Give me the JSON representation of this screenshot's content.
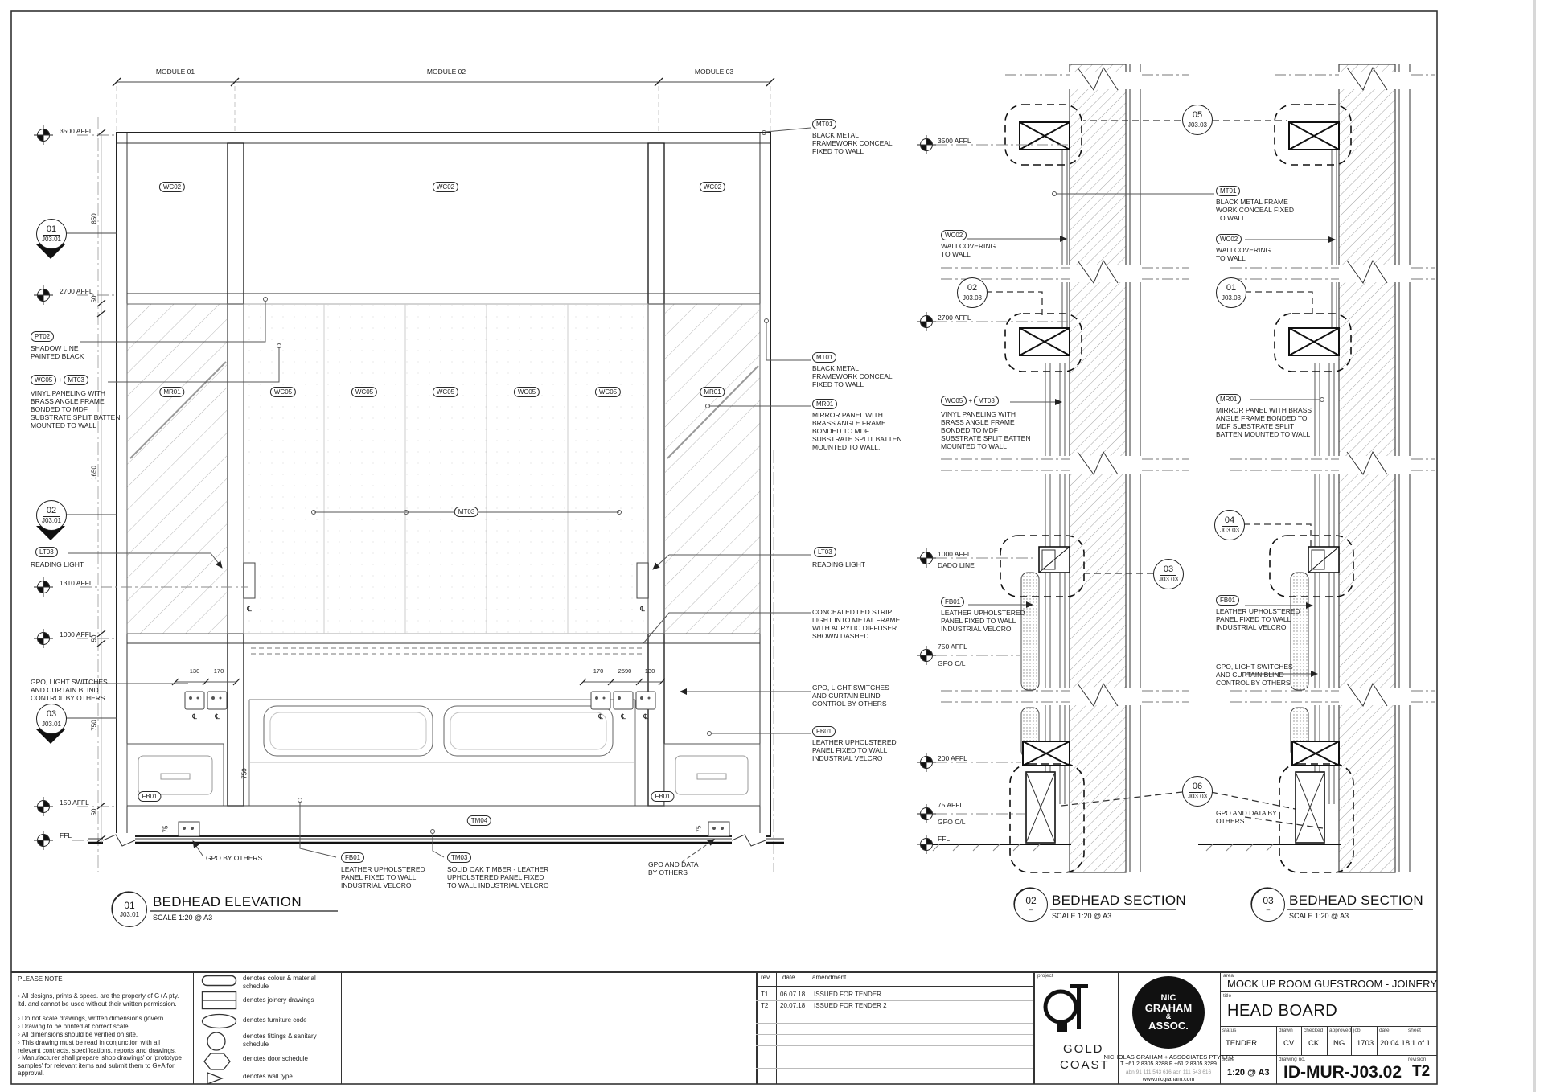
{
  "codes": {
    "wc02": "WC02",
    "wc05": "WC05",
    "mt03": "MT03",
    "mt01": "MT01",
    "mr01": "MR01",
    "lt03": "LT03",
    "pt02": "PT02",
    "fb01": "FB01",
    "tm03": "TM03",
    "tm04": "TM04",
    "plus": "+"
  },
  "elevation": {
    "modules": [
      "MODULE 01",
      "MODULE 02",
      "MODULE 03"
    ],
    "datums": {
      "d3500": "3500 AFFL",
      "d2700": "2700 AFFL",
      "d1310": "1310 AFFL",
      "d1000": "1000 AFFL",
      "d150": "150 AFFL",
      "ffl": "FFL"
    },
    "dims": {
      "d850": "850",
      "d50": "50",
      "d1650": "1650",
      "d750": "750",
      "d75": "75",
      "d130": "130",
      "d170": "170",
      "d2590": "2590"
    },
    "markers": {
      "m1": "01",
      "m2": "02",
      "m3": "03",
      "ref": "J03.01"
    },
    "notes": {
      "pt02": "SHADOW LINE\nPAINTED BLACK",
      "wc05": "VINYL PANELING WITH\nBRASS ANGLE FRAME\nBONDED TO MDF\nSUBSTRATE SPLIT BATTEN\nMOUNTED TO WALL",
      "lt03": "READING LIGHT",
      "gpo": "GPO, LIGHT SWITCHES\nAND CURTAIN BLIND\nCONTROL BY OTHERS",
      "mt01": "BLACK METAL\nFRAMEWORK CONCEAL\nFIXED TO WALL",
      "mr01": "MIRROR PANEL WITH\nBRASS ANGLE FRAME\nBONDED TO MDF\nSUBSTRATE SPLIT BATTEN\nMOUNTED TO WALL.",
      "led": "CONCEALED LED STRIP\nLIGHT INTO METAL FRAME\nWITH ACRYLIC DIFFUSER\nSHOWN DASHED",
      "fb01": "LEATHER UPHOLSTERED\nPANEL FIXED TO WALL\nINDUSTRIAL VELCRO",
      "tm03": "SOLID OAK TIMBER - LEATHER\nUPHOLSTERED PANEL FIXED\nTO WALL INDUSTRIAL VELCRO",
      "gpo_by": "GPO  BY OTHERS",
      "gpo_data": "GPO AND DATA\nBY OTHERS",
      "cl": "℄"
    },
    "title": {
      "num": "01",
      "ref": "J03.01",
      "name": "BEDHEAD ELEVATION",
      "scale": "SCALE 1:20 @ A3"
    }
  },
  "sections": {
    "datums": {
      "d3500": "3500 AFFL",
      "d2700": "2700 AFFL",
      "d1000": "1000 AFFL",
      "dado": "DADO LINE",
      "d750": "750 AFFL",
      "gpocl": "GPO C/L",
      "d200": "200 AFFL",
      "d75": "75  AFFL",
      "ffl": "FFL"
    },
    "notes": {
      "wc02": "WALLCOVERING\nTO WALL",
      "mt01b": "BLACK METAL FRAME\nWORK CONCEAL FIXED\nTO WALL",
      "wc05": "VINYL PANELING WITH\nBRASS ANGLE FRAME\nBONDED TO MDF\nSUBSTRATE SPLIT BATTEN\nMOUNTED TO WALL",
      "mr01": "MIRROR PANEL WITH BRASS\nANGLE FRAME BONDED TO\nMDF SUBSTRATE SPLIT\nBATTEN MOUNTED TO WALL",
      "fb01": "LEATHER UPHOLSTERED\nPANEL FIXED TO WALL\nINDUSTRIAL VELCRO",
      "gpo": "GPO, LIGHT SWITCHES\nAND CURTAIN BLIND\nCONTROL BY OTHERS",
      "gpo_data": "GPO AND DATA BY\nOTHERS"
    },
    "bubbles": {
      "ref": "J03.03",
      "b01": "01",
      "b02": "02",
      "b03": "03",
      "b04": "04",
      "b05": "05",
      "b06": "06"
    },
    "sec2_title": {
      "num": "02",
      "dash": "–",
      "name": "BEDHEAD SECTION",
      "scale": "SCALE 1:20 @ A3"
    },
    "sec3_title": {
      "num": "03",
      "dash": "–",
      "name": "BEDHEAD SECTION",
      "scale": "SCALE 1:20 @ A3"
    }
  },
  "titleblock": {
    "please_note": "PLEASE NOTE",
    "notes": [
      "All designs, prints & specs. are the property of G+A pty. ltd. and cannot be used without their written permission.",
      "Do not scale drawings, written dimensions govern.",
      "Drawing to be printed at correct scale.",
      "All dimensions should be verified on site.",
      "This drawing must be read in conjunction with all relevant contracts, specifications, reports and drawings.",
      "Manufacturer shall prepare 'shop drawings' or 'prototype samples' for relevant items and submit them to G+A for approval."
    ],
    "legend": [
      "denotes colour & material schedule",
      "denotes joinery drawings",
      "denotes furniture code",
      "denotes fittings & sanitary schedule",
      "denotes door schedule",
      "denotes wall type"
    ],
    "rev": {
      "headers": [
        "rev",
        "date",
        "amendment"
      ],
      "rows": [
        [
          "T1",
          "06.07.18",
          "ISSUED FOR TENDER"
        ],
        [
          "T2",
          "20.07.18",
          "ISSUED FOR TENDER 2"
        ]
      ]
    },
    "project_label": "project",
    "qt": {
      "gold": "GOLD",
      "coast": "COAST"
    },
    "nic": {
      "l1": "NIC",
      "l2": "GRAHAM",
      "l3": "&",
      "l4": "ASSOC.",
      "company": "NICHOLAS GRAHAM  + ASSOCIATES PTY LTD",
      "phone": "T +61 2 8305 3288   F +61 2 8305 3289",
      "abn": "abn 91 111 543 616  acn 111 543 616",
      "web": "www.nicgraham.com"
    },
    "area_label": "area",
    "area": "MOCK UP ROOM GUESTROOM - JOINERY",
    "title_label": "title",
    "title": "HEAD BOARD",
    "fields": [
      {
        "label": "status",
        "value": "TENDER"
      },
      {
        "label": "drawn",
        "value": "CV"
      },
      {
        "label": "checked",
        "value": "CK"
      },
      {
        "label": "approved",
        "value": "NG"
      },
      {
        "label": "job",
        "value": "1703"
      },
      {
        "label": "date",
        "value": "20.04.18"
      },
      {
        "label": "sheet",
        "value": "1 of 1"
      }
    ],
    "scale_label": "scale",
    "scale": "1:20 @ A3",
    "dwg_label": "drawing no.",
    "dwg": "ID-MUR-J03.02",
    "rev_label": "revision",
    "rev_value": "T2"
  }
}
